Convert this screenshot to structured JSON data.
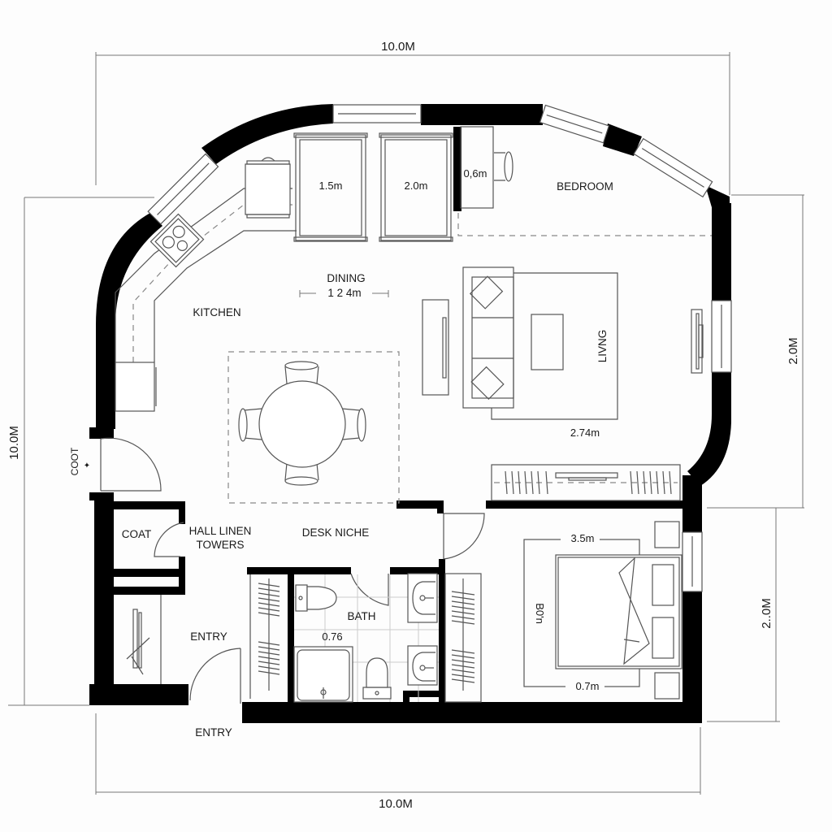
{
  "plan": {
    "dimensions": {
      "top": "10.0M",
      "bottom": "10.0M",
      "left": "10.0M",
      "right_upper": "2.0M",
      "right_lower": "2..0M"
    },
    "rooms": {
      "kitchen": "KITCHEN",
      "dining": "DINING",
      "dining_dim": "1 2 4m",
      "bedroom": "BEDROOM",
      "living": "LIVNG",
      "coat_outside": "COOT",
      "coat": "COAT",
      "hall_linen_1": "HALL LINEN",
      "hall_linen_2": "TOWERS",
      "desk_niche": "DESK NICHE",
      "bath": "BATH",
      "entry_inner": "ENTRY",
      "entry_outer": "ENTRY",
      "bedroom2": "B0'n"
    },
    "measurements": {
      "bed1": "1.5m",
      "bed2": "2.0m",
      "desk": "0,6m",
      "living_rug": "2.74m",
      "bath_tub": "0.76",
      "master_top": "3.5m",
      "master_bottom": "0.7m"
    },
    "colors": {
      "wall": "#000000",
      "line": "#555555",
      "background": "#fdfdfd"
    }
  }
}
